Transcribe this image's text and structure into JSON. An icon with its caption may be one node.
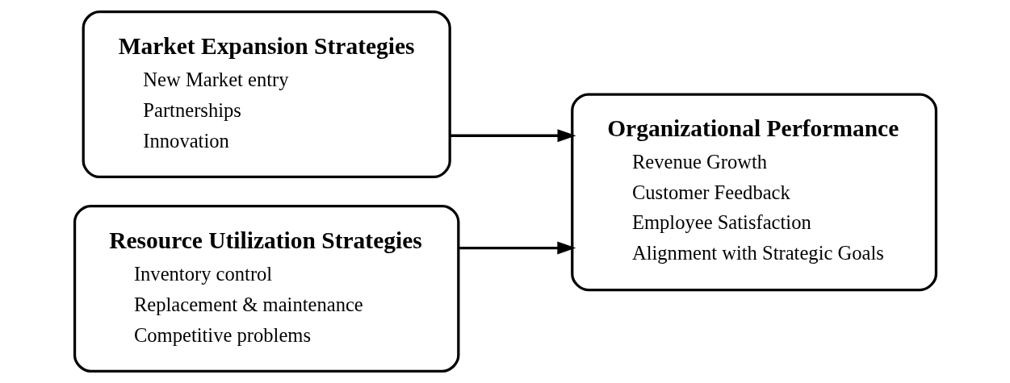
{
  "diagram": {
    "nodes": [
      {
        "text": [
          "Market Expansion Strategies",
          "New Market entry",
          "Partnerships",
          "Innovation"
        ]
      },
      {
        "text": [
          "Resource Utilization Strategies",
          "Inventory control",
          "Replacement & maintenance",
          "Competitive problems"
        ]
      },
      {
        "text": [
          "Organizational Performance",
          "Revenue Growth",
          "Customer Feedback",
          "Employee Satisfaction",
          "Alignment with Strategic Goals"
        ]
      }
    ],
    "edges": [
      {
        "from": 0,
        "to": 2,
        "arrow": "to"
      },
      {
        "from": 1,
        "to": 2,
        "arrow": "to"
      }
    ]
  }
}
